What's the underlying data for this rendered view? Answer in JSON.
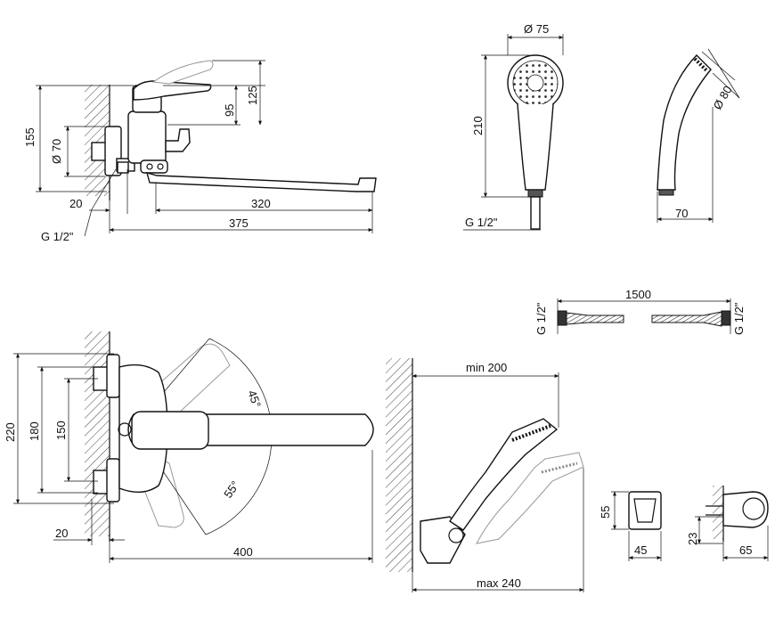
{
  "labels": {
    "d155": "155",
    "d70": "Ø 70",
    "d95": "95",
    "d125": "125",
    "d20a": "20",
    "d320": "320",
    "d375": "375",
    "g12a": "G 1/2\"",
    "d75": "Ø 75",
    "d210": "210",
    "g12b": "G 1/2\"",
    "d80": "Ø 80",
    "d70b": "70",
    "d1500": "1500",
    "g12c": "G 1/2\"",
    "g12d": "G 1/2\"",
    "d220": "220",
    "d180": "180",
    "d150": "150",
    "d45deg": "45°",
    "d55deg": "55°",
    "d20b": "20",
    "d400": "400",
    "min200": "min 200",
    "max240": "max 240",
    "d55": "55",
    "d45": "45",
    "d23": "23",
    "d65": "65"
  },
  "colors": {
    "line": "#111111",
    "ghost": "#999999",
    "background": "#ffffff"
  }
}
